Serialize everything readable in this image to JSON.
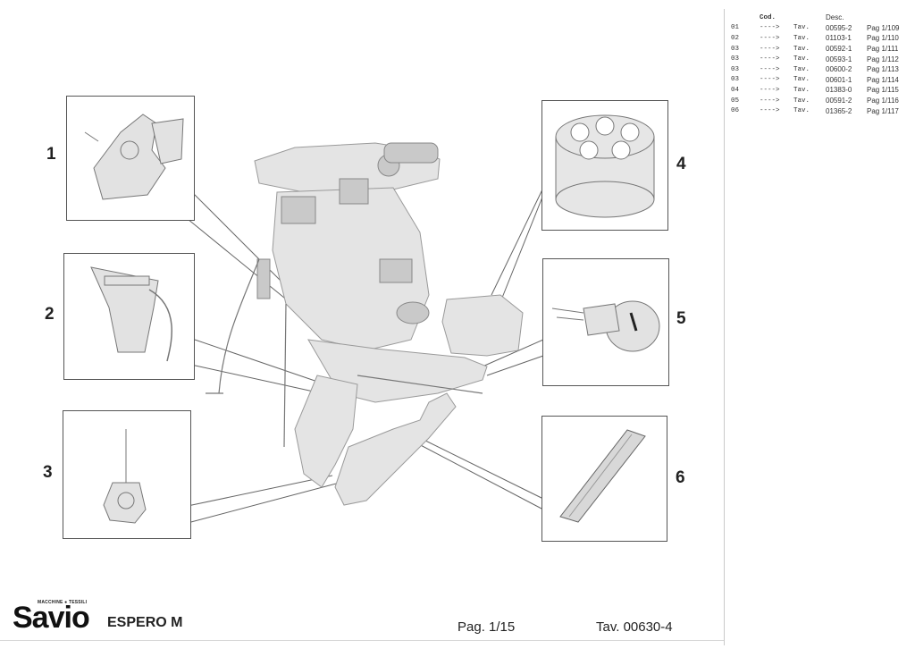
{
  "index": {
    "headers": {
      "code": "Cod.",
      "desc": "Desc."
    },
    "rows": [
      {
        "code": "01",
        "arrow": "---->",
        "tav": "Tav.",
        "number": "00595-2",
        "page": "Pag 1/109"
      },
      {
        "code": "02",
        "arrow": "---->",
        "tav": "Tav.",
        "number": "01103-1",
        "page": "Pag 1/110"
      },
      {
        "code": "03",
        "arrow": "---->",
        "tav": "Tav.",
        "number": "00592-1",
        "page": "Pag 1/111"
      },
      {
        "code": "03",
        "arrow": "---->",
        "tav": "Tav.",
        "number": "00593-1",
        "page": "Pag 1/112"
      },
      {
        "code": "03",
        "arrow": "---->",
        "tav": "Tav.",
        "number": "00600-2",
        "page": "Pag 1/113"
      },
      {
        "code": "03",
        "arrow": "---->",
        "tav": "Tav.",
        "number": "00601-1",
        "page": "Pag 1/114"
      },
      {
        "code": "04",
        "arrow": "---->",
        "tav": "Tav.",
        "number": "01383-0",
        "page": "Pag 1/115"
      },
      {
        "code": "05",
        "arrow": "---->",
        "tav": "Tav.",
        "number": "00591-2",
        "page": "Pag 1/116"
      },
      {
        "code": "06",
        "arrow": "---->",
        "tav": "Tav.",
        "number": "01365-2",
        "page": "Pag 1/117"
      }
    ]
  },
  "callouts": [
    "1",
    "2",
    "3",
    "4",
    "5",
    "6"
  ],
  "footer": {
    "maker": "MACCHINE ● TESSILI",
    "brand": "Savio",
    "model": "ESPERO M",
    "page": "Pag. 1/15",
    "table": "Tav. 00630-4"
  }
}
